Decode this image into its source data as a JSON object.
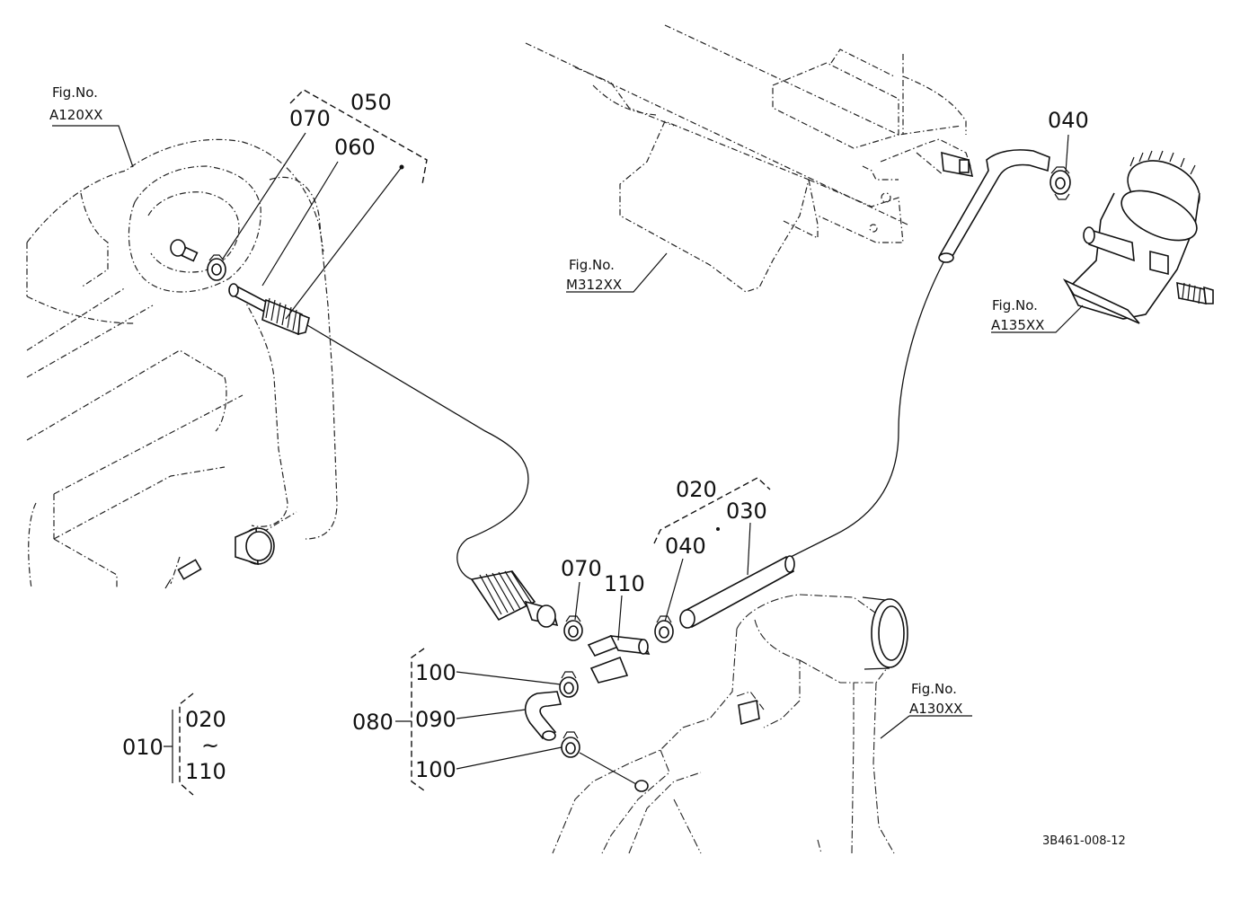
{
  "figure_refs": {
    "a120": {
      "line1": "Fig.No.",
      "line2": "A120XX"
    },
    "m312": {
      "line1": "Fig.No.",
      "line2": "M312XX"
    },
    "a135": {
      "line1": "Fig.No.",
      "line2": "A135XX"
    },
    "a130": {
      "line1": "Fig.No.",
      "line2": "A130XX"
    }
  },
  "callouts": {
    "p050": "050",
    "p070_top": "070",
    "p060": "060",
    "p040_top": "040",
    "p020": "020",
    "p030": "030",
    "p040_mid": "040",
    "p070_mid": "070",
    "p110": "110",
    "p100_top": "100",
    "p080": "080",
    "p090": "090",
    "p100_bottom": "100"
  },
  "assembly_range": {
    "parent": "010",
    "from": "020",
    "tilde": "~",
    "to": "110"
  },
  "drawing_code": "3B461-008-12"
}
